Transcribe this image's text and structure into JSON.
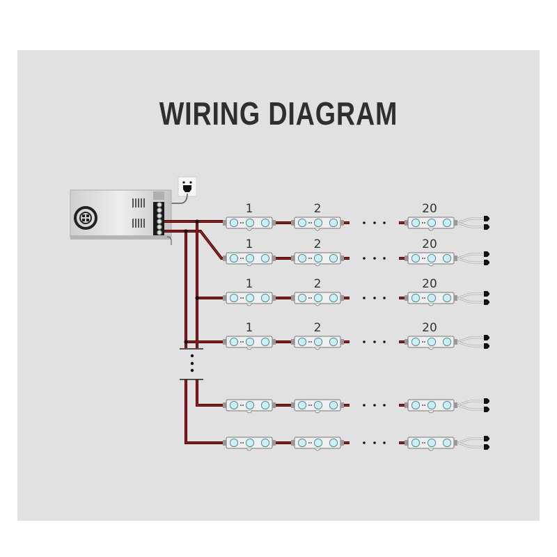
{
  "title": "WIRING DIAGRAM",
  "colors": {
    "background": "#e1e1e1",
    "wire_red": "#d01818",
    "wire_dark": "#2a0a0a",
    "led_lens": "#c9f0f4",
    "module_body": "#efefef",
    "text": "#2f2f2f"
  },
  "power_supply": {
    "name": "power-supply",
    "terminal_count": 6
  },
  "outlet": {
    "name": "wall-outlet"
  },
  "rows": [
    {
      "labels": [
        "1",
        "2",
        "20"
      ]
    },
    {
      "labels": [
        "1",
        "2",
        "20"
      ]
    },
    {
      "labels": [
        "1",
        "2",
        "20"
      ]
    },
    {
      "labels": [
        "1",
        "2",
        "20"
      ]
    },
    {
      "labels": [
        "",
        "",
        ""
      ]
    },
    {
      "labels": [
        "",
        "",
        ""
      ]
    }
  ],
  "ellipsis": "• • •",
  "vertical_ellipsis": "⋮"
}
